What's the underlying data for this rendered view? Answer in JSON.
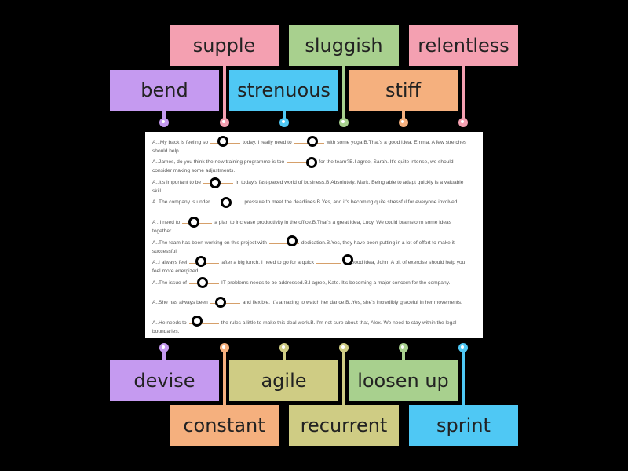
{
  "colors": {
    "pink": "#f4a0b1",
    "green": "#a8d08e",
    "purple": "#c59af0",
    "blue": "#4fc8f4",
    "orange": "#f5b07e",
    "olive": "#cfcc84",
    "background": "#000000",
    "document": "#ffffff"
  },
  "top_words": [
    {
      "label": "supple",
      "color": "pink"
    },
    {
      "label": "sluggish",
      "color": "green"
    },
    {
      "label": "relentless",
      "color": "pink"
    },
    {
      "label": "bend",
      "color": "purple"
    },
    {
      "label": "strenuous",
      "color": "blue"
    },
    {
      "label": "stiff",
      "color": "orange"
    }
  ],
  "bottom_words": [
    {
      "label": "devise",
      "color": "purple"
    },
    {
      "label": "agile",
      "color": "olive"
    },
    {
      "label": "loosen up",
      "color": "green"
    },
    {
      "label": "constant",
      "color": "orange"
    },
    {
      "label": "recurrent",
      "color": "olive"
    },
    {
      "label": "sprint",
      "color": "blue"
    }
  ],
  "sentences": [
    {
      "parts": [
        "A...My back is feeling so",
        "today. I really need to",
        "with some yoga.B.That's a good idea, Emma. A few stretches should help."
      ]
    },
    {
      "parts": [
        "A..James, do you think the new training programme is too",
        "for the team?B.I agree, Sarah. It's quite intense, we should consider making some adjustments."
      ]
    },
    {
      "parts": [
        "A..It's important to be",
        "in today's fast-paced world of business.B.Absolutely, Mark. Being able to adapt quickly is a valuable skill."
      ]
    },
    {
      "parts": [
        "A..The company is under",
        "pressure to meet the deadlines.B.Yes, and it's becoming quite stressful for everyone involved."
      ]
    },
    {
      "parts": [
        "A ..I need to",
        "a plan to increase productivity in the office.B.That's a great idea, Lucy. We could brainstorm some ideas together."
      ]
    },
    {
      "parts": [
        "A..The team has been working on this project with",
        "dedication.B.Yes, they have been putting in a lot of effort to make it successful."
      ]
    },
    {
      "parts": [
        "A..I always feel",
        "after a big lunch. I need to go for a quick",
        ".B.Good idea, John. A bit of exercise should help you feel more energized."
      ]
    },
    {
      "parts": [
        "A..The issue of",
        "IT problems needs to be addressed.B.I agree, Kate. It's becoming a major concern for the company."
      ]
    },
    {
      "parts": [
        "A..She has always been",
        "and flexible. It's amazing to watch her dance.B..Yes, she's incredibly graceful in her movements."
      ]
    },
    {
      "parts": [
        "A..He needs to",
        "the rules a little to make this deal work.B..I'm not sure about that, Alex. We need to stay within the legal boundaries."
      ]
    }
  ]
}
